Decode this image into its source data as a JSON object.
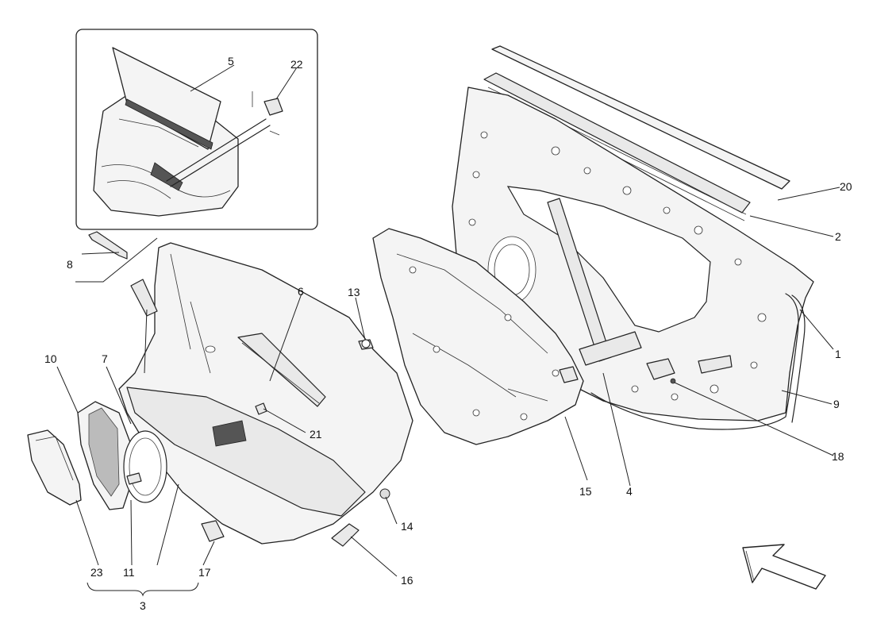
{
  "diagram": {
    "callouts": {
      "c1": "1",
      "c2": "2",
      "c3": "3",
      "c4": "4",
      "c5": "5",
      "c6": "6",
      "c7": "7",
      "c8": "8",
      "c9": "9",
      "c10": "10",
      "c11": "11",
      "c13": "13",
      "c14": "14",
      "c15": "15",
      "c16": "16",
      "c17": "17",
      "c18": "18",
      "c20": "20",
      "c21": "21",
      "c22": "22",
      "c23": "23"
    },
    "icons": {
      "orientation_arrow": "direction-arrow-icon"
    }
  }
}
